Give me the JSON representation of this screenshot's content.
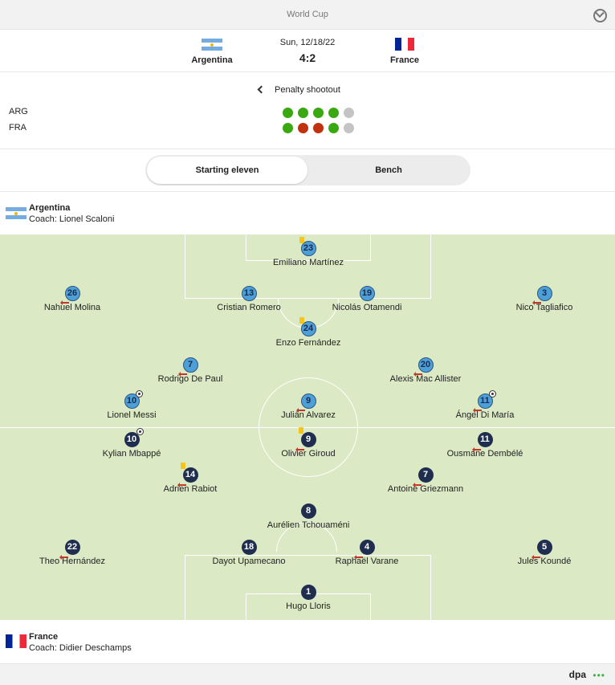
{
  "header": {
    "title": "World Cup",
    "clock_icon": "clock-icon"
  },
  "match": {
    "date": "Sun, 12/18/22",
    "score": "4:2",
    "home": {
      "name": "Argentina",
      "abbr": "ARG"
    },
    "away": {
      "name": "France",
      "abbr": "FRA"
    }
  },
  "shootout": {
    "title": "Penalty shootout",
    "home": [
      "scored",
      "scored",
      "scored",
      "scored",
      "not-taken"
    ],
    "away": [
      "scored",
      "missed",
      "missed",
      "scored",
      "not-taken"
    ]
  },
  "colors": {
    "scored": "#3aa810",
    "missed": "#c0310e",
    "not-taken": "#c4c4c4",
    "pitch": "#dbeac5",
    "home_kit": "#4d9fd8",
    "away_kit": "#1f2d4f"
  },
  "tabs": {
    "starting": "Starting eleven",
    "bench": "Bench"
  },
  "lineups": {
    "argentina": {
      "name": "Argentina",
      "coach": "Coach: Lionel Scaloni",
      "players": [
        {
          "num": "23",
          "name": "Emiliano Martínez",
          "icons": [
            "yellow-card"
          ]
        },
        {
          "num": "26",
          "name": "Nahuel Molina",
          "icons": [
            "substitution"
          ]
        },
        {
          "num": "13",
          "name": "Cristian Romero",
          "icons": []
        },
        {
          "num": "19",
          "name": "Nicolás Otamendi",
          "icons": []
        },
        {
          "num": "3",
          "name": "Nico Tagliafico",
          "icons": [
            "substitution"
          ]
        },
        {
          "num": "24",
          "name": "Enzo Fernández",
          "icons": [
            "yellow-card"
          ]
        },
        {
          "num": "7",
          "name": "Rodrigo De Paul",
          "icons": [
            "substitution"
          ]
        },
        {
          "num": "20",
          "name": "Alexis Mac Allister",
          "icons": [
            "substitution"
          ]
        },
        {
          "num": "10",
          "name": "Lionel Messi",
          "icons": [
            "goal"
          ]
        },
        {
          "num": "9",
          "name": "Julián Alvarez",
          "icons": [
            "substitution"
          ]
        },
        {
          "num": "11",
          "name": "Ángel Di María",
          "icons": [
            "goal",
            "substitution"
          ]
        }
      ]
    },
    "france": {
      "name": "France",
      "coach": "Coach: Didier Deschamps",
      "players": [
        {
          "num": "10",
          "name": "Kylian Mbappé",
          "icons": [
            "goal"
          ]
        },
        {
          "num": "9",
          "name": "Olivier Giroud",
          "icons": [
            "yellow-card",
            "substitution"
          ]
        },
        {
          "num": "11",
          "name": "Ousmane Dembélé",
          "icons": [
            "substitution"
          ]
        },
        {
          "num": "14",
          "name": "Adrien Rabiot",
          "icons": [
            "yellow-card",
            "substitution"
          ]
        },
        {
          "num": "7",
          "name": "Antoine Griezmann",
          "icons": [
            "substitution"
          ]
        },
        {
          "num": "8",
          "name": "Aurélien Tchouaméni",
          "icons": []
        },
        {
          "num": "22",
          "name": "Theo Hernández",
          "icons": [
            "substitution"
          ]
        },
        {
          "num": "18",
          "name": "Dayot Upamecano",
          "icons": []
        },
        {
          "num": "4",
          "name": "Raphaël Varane",
          "icons": [
            "substitution"
          ]
        },
        {
          "num": "5",
          "name": "Jules Koundé",
          "icons": [
            "substitution"
          ]
        },
        {
          "num": "1",
          "name": "Hugo Lloris",
          "icons": []
        }
      ]
    }
  },
  "footer": {
    "brand": "dpa",
    "dots": "•••"
  }
}
